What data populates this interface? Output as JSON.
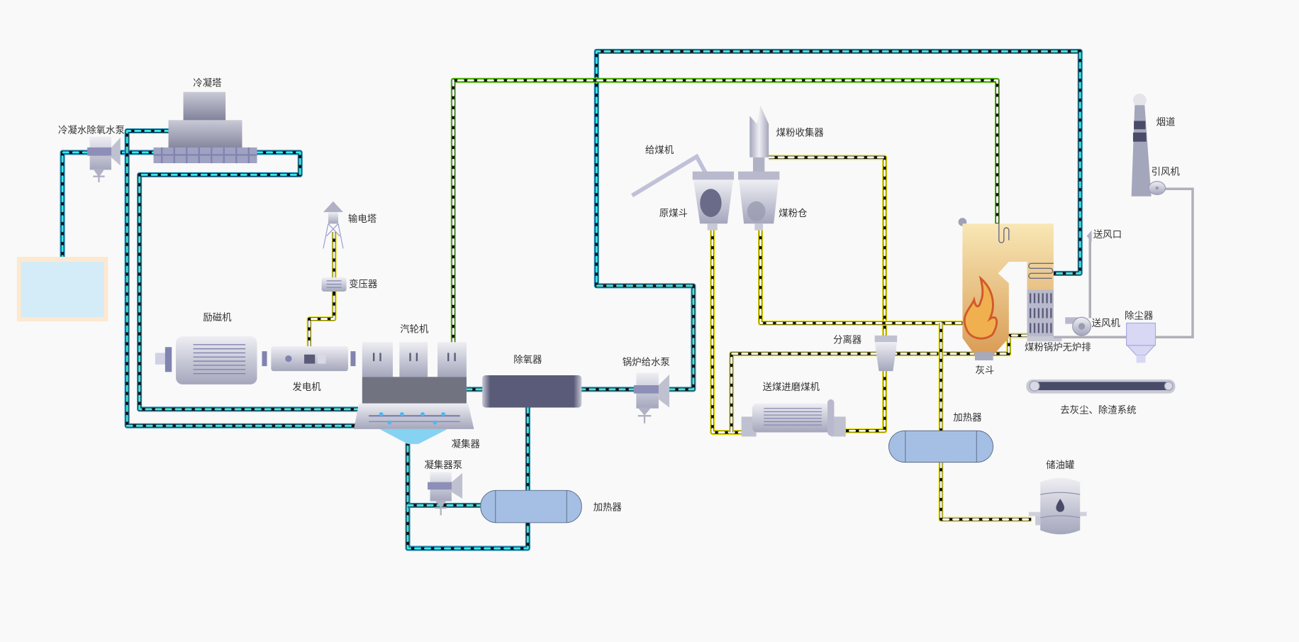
{
  "colors": {
    "water_pipe": "#3fe6e6",
    "steam_pipe": "#55cc00",
    "coal_pipe": "#e8e000",
    "pipe_core": "#111111",
    "air_duct": "#b0b0b8",
    "equipment": "#a4a6bc",
    "boiler": "#efcf90",
    "heater": "#a4bfe3",
    "tank_water": "#d4ecf7"
  },
  "labels": {
    "cooling_tower": "冷凝塔",
    "condensate_pump": "冷凝水除氧水泵",
    "transmission_tower": "输电塔",
    "transformer": "变压器",
    "exciter": "励磁机",
    "turbine": "汽轮机",
    "generator": "发电机",
    "deaerator": "除氧器",
    "boiler_feed_pump": "锅炉给水泵",
    "condenser": "凝集器",
    "condenser_pump": "凝集器泵",
    "heater_1": "加热器",
    "coal_feeder": "给煤机",
    "coal_powder_collector": "煤粉收集器",
    "raw_coal_hopper": "原煤斗",
    "coal_powder_bin": "煤粉仓",
    "separator": "分离器",
    "coal_mill": "送煤进磨煤机",
    "heater_2": "加热器",
    "ash_hopper": "灰斗",
    "boiler": "煤粉锅炉无炉排",
    "chimney": "烟道",
    "induced_draft_fan": "引风机",
    "air_inlet": "送风口",
    "forced_draft_fan": "送风机",
    "dust_collector": "除尘器",
    "ash_system": "去灰尘、除渣系统",
    "oil_tank": "储油罐"
  }
}
